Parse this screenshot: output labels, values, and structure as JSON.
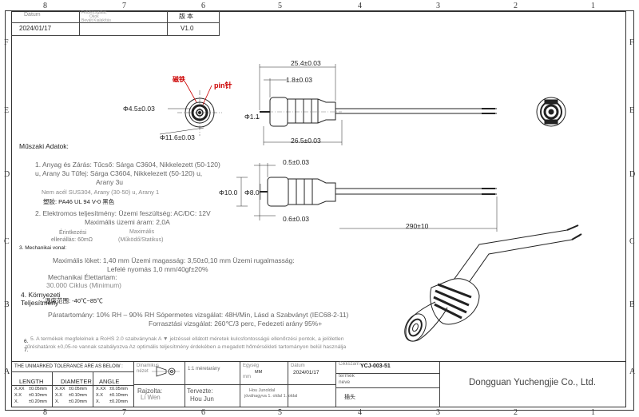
{
  "zones_top": [
    "8",
    "7",
    "6",
    "5",
    "4",
    "3",
    "2",
    "1"
  ],
  "zones_side": [
    "F",
    "E",
    "D",
    "C",
    "B",
    "A"
  ],
  "revision_table": {
    "date_label": "Dátum",
    "change_label": "Felülvizsgálat;",
    "change_label2": "Okok",
    "change_label3": "Bevált Kialakítás",
    "version_label": "版 本",
    "date_value": "2024/01/17",
    "version_value": "V1.0"
  },
  "callouts": {
    "magnet": "磁铁",
    "pin": "pin针"
  },
  "dimensions": {
    "d_overall": "25.4±0.03",
    "d_18": "1.8±0.03",
    "d_265": "26.5±0.03",
    "d_phi45": "Φ4.5±0.03",
    "d_phi116": "Φ11.6±0.03",
    "d_phi11": "Φ1.1",
    "d_05": "0.5±0.03",
    "d_phi10": "Φ10.0",
    "d_phi8": "Φ8.0",
    "d_06": "0.6±0.03",
    "d_290": "290±10"
  },
  "specs": {
    "heading": "Műszaki Adatok:",
    "line1": "1. Anyag és Zárás: Tűcső: Sárga C3604, Nikkelezett (50-120)",
    "line1b": "u, Arany 3u Tűfej: Sárga C3604, Nikkelezett (50-120) u,",
    "line1c": "Arany 3u",
    "line1d": "Nem acél SUS304, Arany (30-50) u, Arany 1",
    "line1e": "塑胶: PA46 UL 94 V-0 黑色",
    "line2": "2. Elektromos teljesítmény: Üzemi feszültség: AC/DC: 12V",
    "line2b": "Maximális üzemi áram: 2,0A",
    "line2c": "Érintkezési",
    "line2d": "ellenállás: 60mΩ",
    "line2e": "Maximális",
    "line2f": "(Működő/Statikus)",
    "line3": "3. Mechanikai vonal:",
    "line3b": "Maximális löket: 1,40 mm Üzemi magasság: 3,50±0,10 mm Üzemi rugalmasság:",
    "line3c": "Lefelé nyomás 1,0 mm/40gf±20%",
    "line3d": "Mechanikai Élettartam:",
    "line3e": "30.000 Ciklus (Minimum)",
    "line4": "4. Környezeti",
    "line4b": "Teljesítmény",
    "line4c": "温度范围: -40℃~85℃",
    "line4d": "Páratartomány: 10% RH – 90% RH Sópermetes vizsgálat: 48H/Min, Lásd a Szabványt (IEC68-2-11)",
    "line4e": "Forrasztási vizsgálat: 260℃/3 perc, Fedezeti arány 95%+",
    "line5": "5. A termékek megfelelnek a RoHS 2.0 szabványnak A ▼ jelzéssel ellátott méretek kulcsfontosságú ellenőrzési pontok, a jelöletlen",
    "line5b": "tűréshatárok ±0,05-re vannak szabályozva Az optimális teljesítmény érdekében a megadott hőmérsékleti tartományon belül használja",
    "line6": "6.",
    "line7": "7."
  },
  "title_block": {
    "tolerance_title": "THE UNMARKED TOLERANCE ARE AS BELOW :",
    "length": "LENGTH",
    "diameter": "DIAMETER",
    "angle": "ANGLE",
    "tol_rows": [
      [
        "X.XX",
        "±0.05mm",
        "X.XX",
        "±0.05mm",
        "X.XX",
        "±0.05mm"
      ],
      [
        "X.X",
        "±0.10mm",
        "X.X",
        "±0.10mm",
        "X.X",
        "±0.10mm"
      ],
      [
        "X.",
        "±0.20mm",
        "X.",
        "±0.20mm",
        "X.",
        "±0.20mm"
      ]
    ],
    "projection_label": "Dinamikus",
    "projection_label2": "nézet",
    "scale_label": "1:1 méretarány",
    "unit_label": "Egység",
    "unit_value": "MM",
    "unit_sub": "mm",
    "date_label": "Dátum",
    "date_value": "2024/01/17",
    "part_no_label": "Cikkszám",
    "part_no_value": "YCJ-003-51",
    "name_label": "termék",
    "name_label2": "neve",
    "name_value": "插头",
    "drawer_label": "Rajzolta:",
    "drawer_value": "Li Wen",
    "designer_label": "Tervezte:",
    "designer_value": "Hou Jun",
    "page_label": "Hou Junoldal",
    "page_label2": "jóváhagyva 1. oldal 1. oldal",
    "company": "Dongguan Yuchengjie Co., Ltd."
  }
}
